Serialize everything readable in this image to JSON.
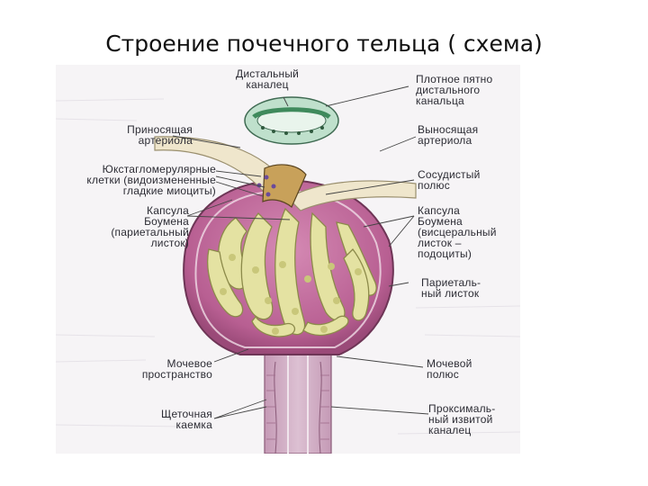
{
  "title": "Строение почечного тельца ( схема)",
  "labels": {
    "distal_tubule": "Дистальный\nканалец",
    "macula_densa": "Плотное пятно\nдистального\nканальца",
    "afferent_arteriole": "Приносящая\nартериола",
    "efferent_arteriole": "Выносящая\nартериола",
    "juxtaglomerular_cells": "Юкстагломерулярные\nклетки (видоизмененные\nгладкие миоциты)",
    "vascular_pole": "Сосудистый\nполюс",
    "bowman_capsule_parietal": "Капсула\nБоумена\n(париетальный\nлисток)",
    "bowman_capsule_visceral": "Капсула\nБоумена\n(висцеральный\nлисток –\nподоциты)",
    "parietal_layer": "Париеталь-\nный листок",
    "urinary_space": "Мочевое\nпространство",
    "urinary_pole": "Мочевой\nполюс",
    "brush_border": "Щеточная\nкаемка",
    "proximal_tubule": "Проксималь-\nный извитой\nканалец"
  },
  "colors": {
    "capsule_fill": "#c06a9a",
    "capsule_rim": "#f0dce6",
    "glomerulus": "#e4e2a2",
    "glomerulus_outline": "#8c8a4a",
    "tubule_fill": "#d2b0c6",
    "distal_tubule": "#bfe0cc",
    "macula_densa": "#3f8a5c",
    "arteriole": "#efe6cc",
    "leader_lines": "#444444"
  }
}
